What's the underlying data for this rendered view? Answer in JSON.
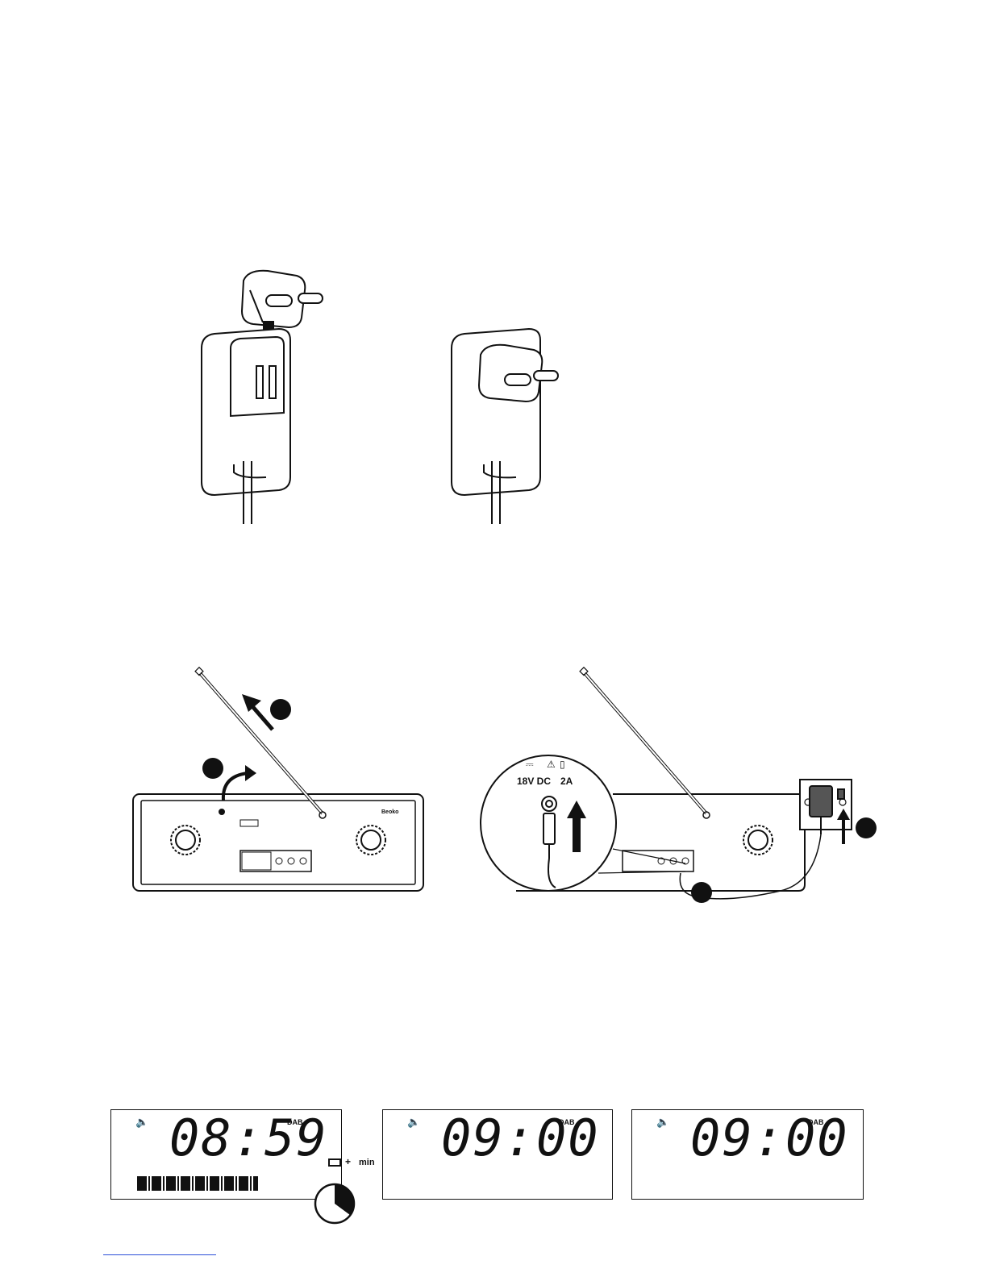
{
  "adapter_figure": {
    "steps": [
      "attach-plug",
      "plug-attached"
    ]
  },
  "rear_panel_figure": {
    "brand": "Beoko",
    "power_spec": {
      "voltage": "18V DC",
      "current": "2A"
    }
  },
  "sleep_display_figure": {
    "displays": [
      {
        "time": "08:59",
        "band": "DAB",
        "show_bar": true
      },
      {
        "time": "09:00",
        "band": "DAB",
        "show_bar": false
      },
      {
        "time": "09:00",
        "band": "DAB",
        "show_bar": false
      }
    ],
    "timer_sign": "+",
    "timer_unit": "min"
  },
  "icons": {
    "speaker": "speaker-icon",
    "stopwatch": "stopwatch-icon",
    "dc-polarity": "dc-polarity-icon",
    "warning": "warning-icon",
    "manual": "manual-icon"
  }
}
